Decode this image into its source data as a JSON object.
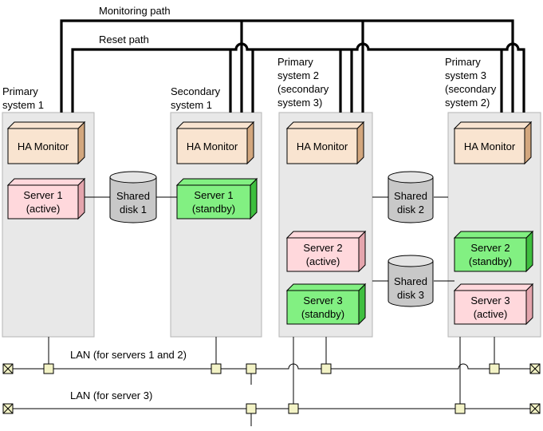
{
  "labels": {
    "monitoring_path": "Monitoring path",
    "reset_path": "Reset path",
    "lan_servers_1_2": "LAN (for servers 1 and 2)",
    "lan_server_3": "LAN (for server 3)"
  },
  "systems": [
    {
      "line1": "Primary",
      "line2": "system 1",
      "line3": ""
    },
    {
      "line1": "Secondary",
      "line2": "system 1",
      "line3": ""
    },
    {
      "line1": "Primary",
      "line2": "system 2",
      "line3": "(secondary",
      "line4": "system 3)"
    },
    {
      "line1": "Primary",
      "line2": "system 3",
      "line3": "(secondary",
      "line4": "system 2)"
    }
  ],
  "ha_monitor": "HA Monitor",
  "servers": {
    "s1_active": {
      "l1": "Server 1",
      "l2": "(active)"
    },
    "s1_standby": {
      "l1": "Server 1",
      "l2": "(standby)"
    },
    "s2_active": {
      "l1": "Server 2",
      "l2": "(active)"
    },
    "s3_standby": {
      "l1": "Server 3",
      "l2": "(standby)"
    },
    "s2_standby": {
      "l1": "Server 2",
      "l2": "(standby)"
    },
    "s3_active": {
      "l1": "Server 3",
      "l2": "(active)"
    }
  },
  "disks": {
    "d1": {
      "l1": "Shared",
      "l2": "disk 1"
    },
    "d2": {
      "l1": "Shared",
      "l2": "disk 2"
    },
    "d3": {
      "l1": "Shared",
      "l2": "disk 3"
    }
  },
  "colors": {
    "ha_front": "#f9e4d0",
    "ha_side": "#d3a77e",
    "active_front": "#ffd8dc",
    "active_side": "#e4a5ad",
    "standby_front": "#82f082",
    "standby_side": "#3fbf3f"
  }
}
